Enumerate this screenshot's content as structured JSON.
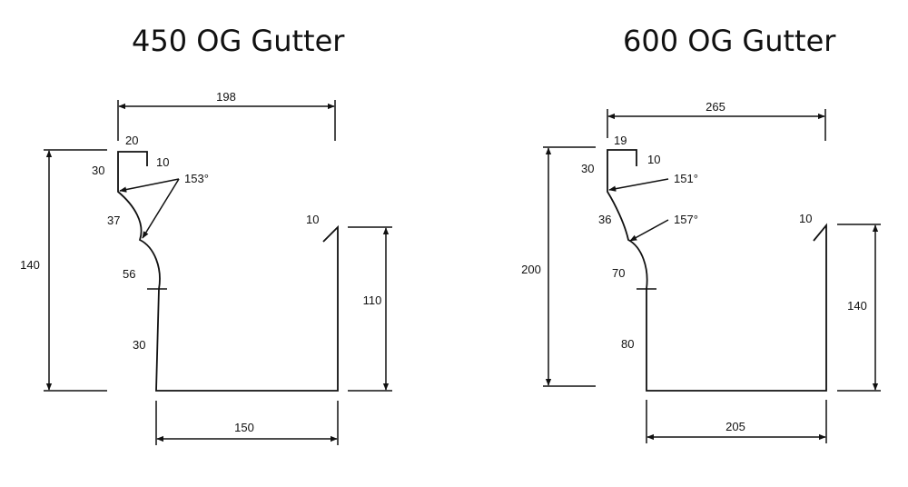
{
  "gutters": [
    {
      "title": "450 OG Gutter",
      "labels": {
        "top_width": "198",
        "lip_width": "20",
        "lip_drop": "10",
        "bead_height": "30",
        "angle": "153°",
        "upper_curve": "37",
        "lower_curve": "56",
        "back_vertical": "30",
        "front_lip": "10",
        "overall_height": "140",
        "back_height": "110",
        "base_width": "150"
      }
    },
    {
      "title": "600 OG Gutter",
      "labels": {
        "top_width": "265",
        "lip_width": "19",
        "lip_drop": "10",
        "bead_height": "30",
        "angle_upper": "151°",
        "angle_lower": "157°",
        "upper_curve": "36",
        "lower_curve": "70",
        "back_vertical": "80",
        "front_lip": "10",
        "overall_height": "200",
        "back_height": "140",
        "base_width": "205"
      }
    }
  ],
  "colors": {
    "ink": "#111111",
    "background": "#ffffff"
  }
}
